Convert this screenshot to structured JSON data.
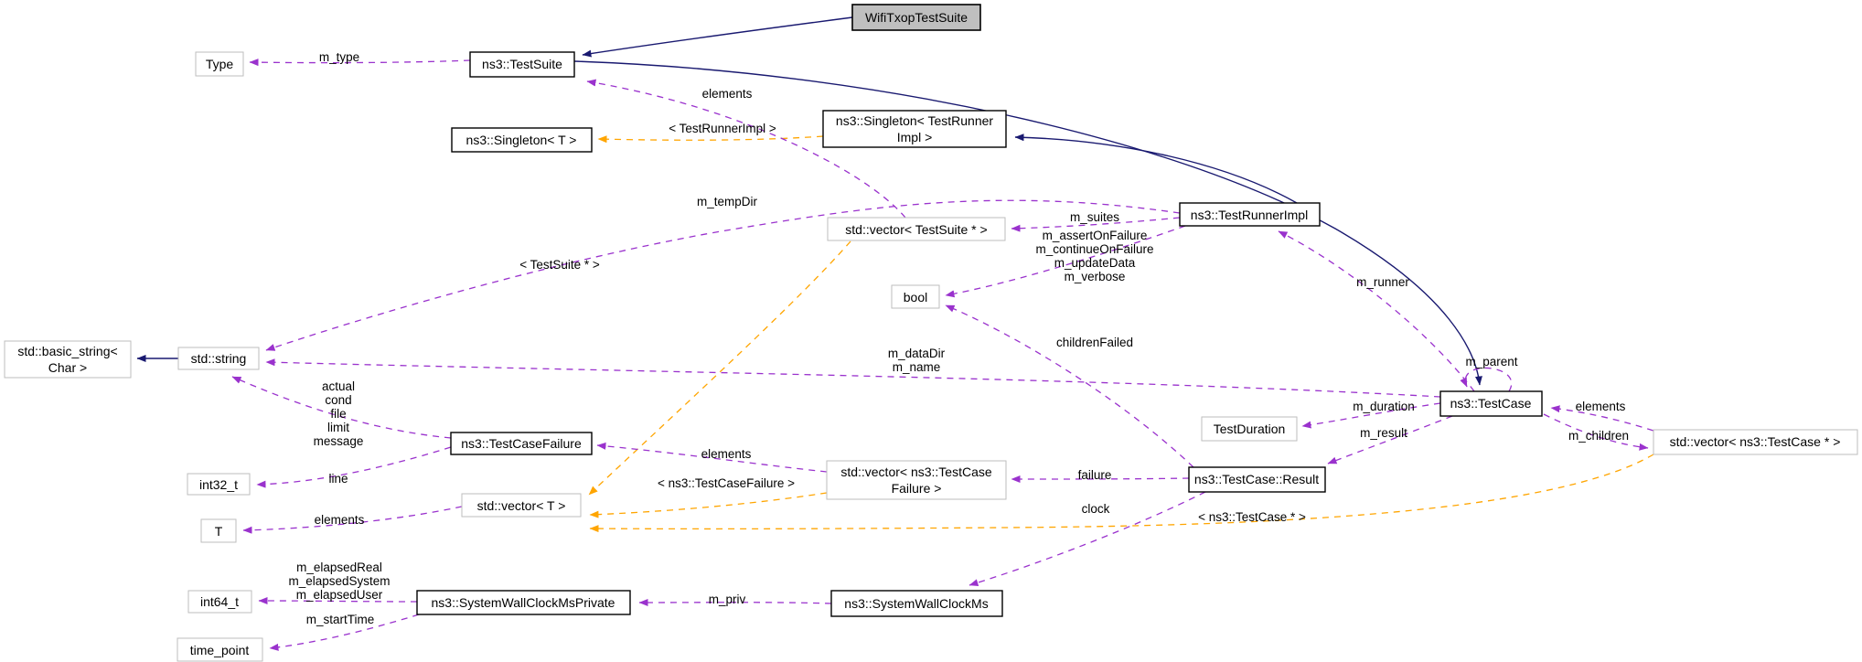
{
  "diagram": {
    "kind": "class-collaboration-diagram",
    "focus_class": "WifiTxopTestSuite"
  },
  "nodes": {
    "wifi_txop_test_suite": "WifiTxopTestSuite",
    "type": "Type",
    "test_suite": "ns3::TestSuite",
    "singleton_t": "ns3::Singleton< T >",
    "singleton_tri_line1": "ns3::Singleton< TestRunner",
    "singleton_tri_line2": "Impl >",
    "test_runner_impl": "ns3::TestRunnerImpl",
    "vector_test_suite": "std::vector< TestSuite * >",
    "bool": "bool",
    "basic_string_line1": "std::basic_string<",
    "basic_string_line2": "Char >",
    "std_string": "std::string",
    "test_case_failure": "ns3::TestCaseFailure",
    "int32_t": "int32_t",
    "vector_t": "std::vector< T >",
    "t": "T",
    "vector_tcf_line1": "std::vector< ns3::TestCase",
    "vector_tcf_line2": "Failure >",
    "test_case_result": "ns3::TestCase::Result",
    "test_duration": "TestDuration",
    "test_case": "ns3::TestCase",
    "vector_test_case": "std::vector< ns3::TestCase * >",
    "int64_t": "int64_t",
    "swcm_private": "ns3::SystemWallClockMsPrivate",
    "swcm": "ns3::SystemWallClockMs",
    "time_point": "time_point"
  },
  "edge_labels": {
    "m_type": "m_type",
    "elements_suites": "elements",
    "tpl_test_runner_impl": "< TestRunnerImpl >",
    "m_tempDir": "m_tempDir",
    "m_suites": "m_suites",
    "runner_flag_1": "m_assertOnFailure",
    "runner_flag_2": "m_continueOnFailure",
    "runner_flag_3": "m_updateData",
    "runner_flag_4": "m_verbose",
    "m_runner": "m_runner",
    "childrenFailed": "childrenFailed",
    "m_dataDir": "m_dataDir",
    "m_name": "m_name",
    "m_parent": "m_parent",
    "m_duration": "m_duration",
    "m_result": "m_result",
    "elements_children": "elements",
    "m_children": "m_children",
    "tcf_actual": "actual",
    "tcf_cond": "cond",
    "tcf_file": "file",
    "tcf_limit": "limit",
    "tcf_message": "message",
    "line": "line",
    "elements_t": "elements",
    "elements_failures": "elements",
    "tpl_test_case_failure": "< ns3::TestCaseFailure >",
    "tpl_test_suite_ptr": "< TestSuite * >",
    "failure": "failure",
    "clock": "clock",
    "tpl_test_case_ptr": "< ns3::TestCase * >",
    "m_priv": "m_priv",
    "m_elapsedReal": "m_elapsedReal",
    "m_elapsedSystem": "m_elapsedSystem",
    "m_elapsedUser": "m_elapsedUser",
    "m_startTime": "m_startTime"
  },
  "colors": {
    "inheritance_edge": "#191970",
    "usage_edge": "#9a32cd",
    "template_edge": "#ffa500",
    "documented_node_border": "#000000",
    "external_node_border": "#bebebe",
    "focus_node_fill": "#bfbfbf",
    "background": "#ffffff"
  }
}
